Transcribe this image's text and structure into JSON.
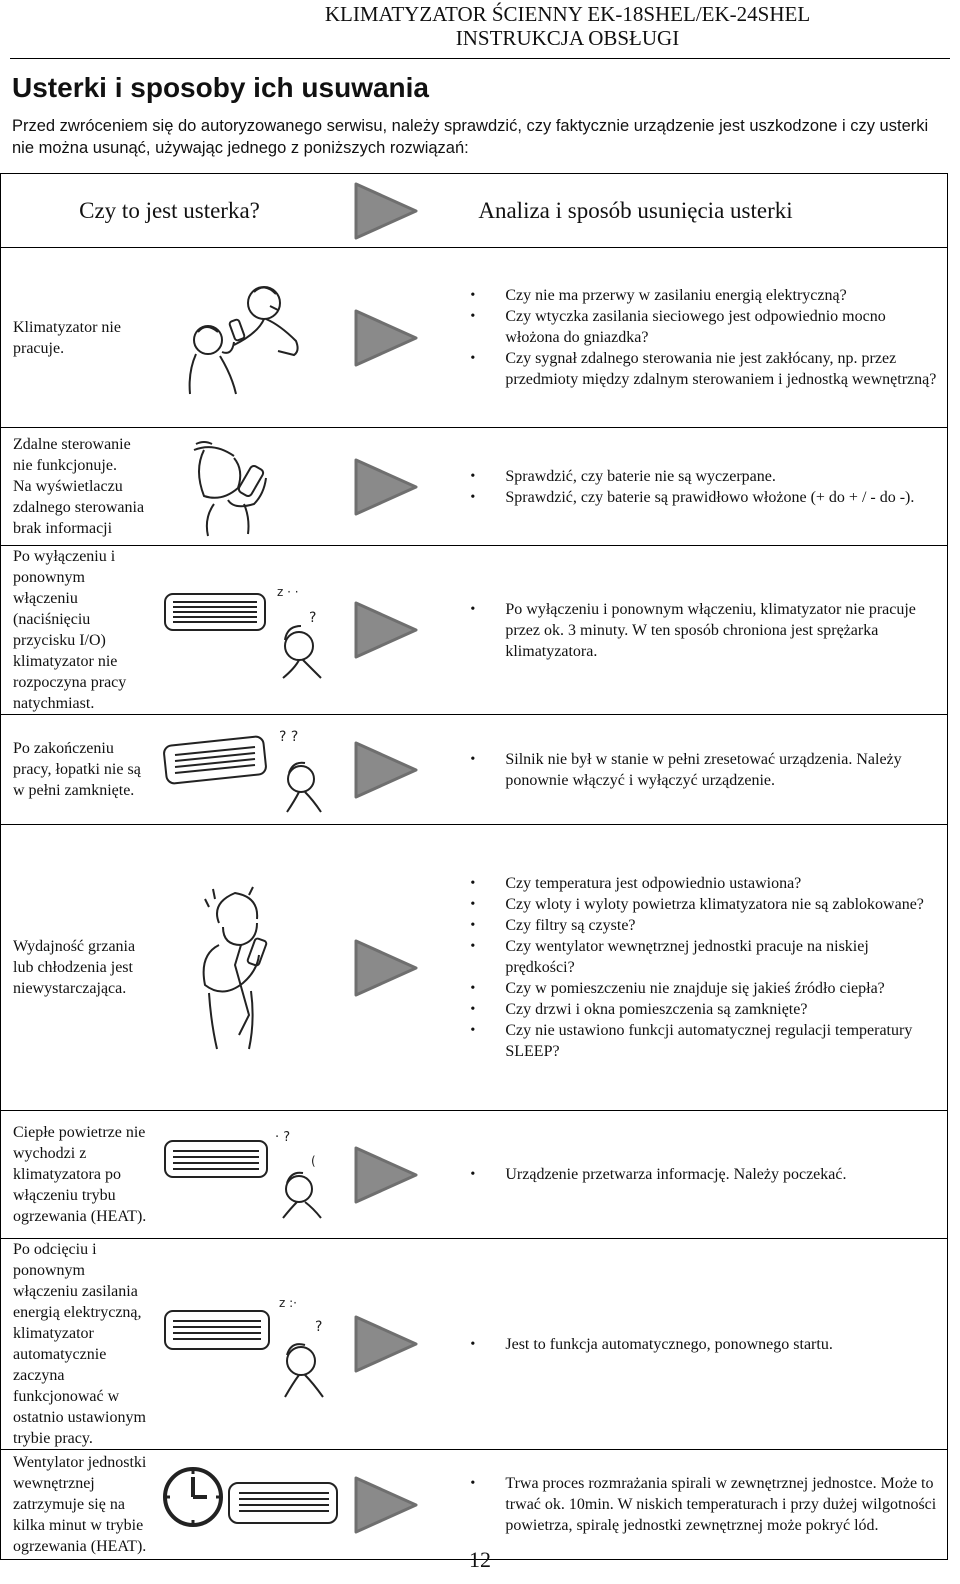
{
  "header": {
    "line1": "KLIMATYZATOR ŚCIENNY EK-18SHEL/EK-24SHEL",
    "line2": "INSTRUKCJA OBSŁUGI"
  },
  "title": "Usterki i sposoby ich usuwania",
  "intro": "Przed zwróceniem się do autoryzowanego serwisu, należy sprawdzić, czy faktycznie urządzenie jest uszkodzone i czy usterki nie można usunąć, używając jednego z poniższych rozwiązań:",
  "table": {
    "col_question": "Czy to jest usterka?",
    "col_answer": "Analiza i sposób usunięcia usterki",
    "rows": [
      {
        "problem": "Klimatyzator nie pracuje.",
        "illustration": "two-people-remote-icon",
        "solutions": [
          "Czy nie ma przerwy w zasilaniu energią elektryczną?",
          "Czy wtyczka zasilania sieciowego jest odpowiednio mocno włożona do gniazdka?",
          "Czy sygnał zdalnego sterowania nie jest zakłócany, np. przez przedmioty między zdalnym sterowaniem i jednostką wewnętrzną?"
        ]
      },
      {
        "problem": "Zdalne sterowanie nie funkcjonuje.\nNa wyświetlaczu zdalnego sterowania brak informacji",
        "illustration": "person-looking-at-remote-icon",
        "solutions": [
          "Sprawdzić, czy baterie nie są wyczerpane.",
          "Sprawdzić, czy baterie są prawidłowo włożone (+ do + / - do -)."
        ]
      },
      {
        "problem": "Po wyłączeniu i ponownym włączeniu (naciśnięciu przycisku I/O) klimatyzator nie rozpoczyna pracy natychmiast.",
        "illustration": "ac-unit-puzzled-person-icon",
        "solutions": [
          "Po wyłączeniu i ponownym włączeniu, klimatyzator nie pracuje przez ok. 3 minuty. W ten sposób chroniona jest sprężarka klimatyzatora."
        ]
      },
      {
        "problem": "Po zakończeniu pracy, łopatki nie są w pełni zamknięte.",
        "illustration": "ac-unit-open-louvers-icon",
        "solutions": [
          "Silnik nie był w stanie w pełni zresetować urządzenia. Należy ponownie włączyć i wyłączyć urządzenie."
        ]
      },
      {
        "problem": "Wydajność grzania lub chłodzenia jest niewystarczająca.",
        "illustration": "sweating-person-remote-icon",
        "solutions": [
          "Czy temperatura jest odpowiednio ustawiona?",
          "Czy wloty i wyloty powietrza klimatyzatora nie są zablokowane?",
          "Czy filtry są czyste?",
          "Czy wentylator wewnętrznej jednostki pracuje na niskiej prędkości?",
          "Czy w pomieszczeniu nie znajduje się jakieś źródło ciepła?",
          "Czy drzwi i okna pomieszczenia są zamknięte?",
          "Czy nie ustawiono funkcji automatycznej regulacji temperatury SLEEP?"
        ]
      },
      {
        "problem": "Ciepłe powietrze nie wychodzi z klimatyzatora po włączeniu trybu ogrzewania (HEAT).",
        "illustration": "ac-unit-waiting-person-icon",
        "solutions": [
          "Urządzenie przetwarza informację. Należy poczekać."
        ]
      },
      {
        "problem": "Po odcięciu i ponownym włączeniu zasilania energią elektryczną, klimatyzator automatycznie zaczyna funkcjonować w ostatnio ustawionym trybie pracy.",
        "illustration": "ac-unit-surprised-person-icon",
        "solutions": [
          "Jest to funkcja automatycznego, ponownego startu."
        ]
      },
      {
        "problem": "Wentylator jednostki wewnętrznej zatrzymuje się na kilka minut w trybie ogrzewania (HEAT).",
        "illustration": "clock-and-ac-unit-icon",
        "solutions": [
          "Trwa proces rozmrażania spirali w zewnętrznej jednostce. Może to trwać ok. 10min. W niskich temperaturach i przy dużej wilgotności powietrza, spiralę jednostki zewnętrznej może pokryć lód."
        ]
      }
    ]
  },
  "page_number": "12",
  "colors": {
    "arrow": "#8a8a8a",
    "text": "#111111",
    "border": "#000000"
  }
}
